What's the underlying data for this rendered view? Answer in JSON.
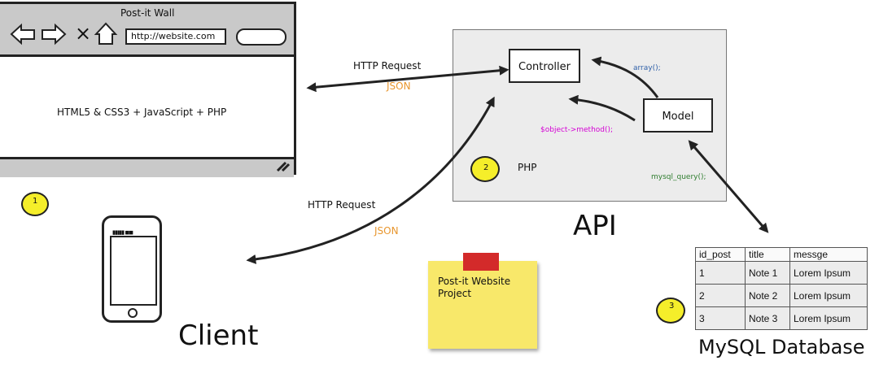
{
  "browser": {
    "title": "Post-it Wall",
    "close_glyph": "×",
    "url": "http://website.com",
    "content": "HTML5 & CSS3 + JavaScript + PHP"
  },
  "badges": {
    "one": "1",
    "two": "2",
    "three": "3"
  },
  "api": {
    "controller": "Controller",
    "model": "Model",
    "language": "PHP",
    "title": "API",
    "array_call": "array();",
    "method_call": "$object->method();",
    "query_call": "mysql_query();"
  },
  "web_link": {
    "request": "HTTP Request",
    "response": "JSON"
  },
  "mobile_link": {
    "request": "HTTP Request",
    "response": "JSON"
  },
  "phone": {
    "status_glyphs": "▮▮▮▮▮ ◼◼"
  },
  "client": {
    "title": "Client"
  },
  "note": {
    "text_line1": "Post-it Website",
    "text_line2": "Project"
  },
  "database": {
    "title": "MySQL Database",
    "columns": [
      "id_post",
      "title",
      "messge"
    ],
    "rows": [
      [
        "1",
        "Note 1",
        "Lorem Ipsum"
      ],
      [
        "2",
        "Note 2",
        "Lorem Ipsum"
      ],
      [
        "3",
        "Note 3",
        "Lorem Ipsum"
      ]
    ]
  },
  "colors": {
    "json": "#e8962e",
    "array": "#2e5fa8",
    "method": "#d400d4",
    "query": "#2e7d2e",
    "badge": "#f5ee2a",
    "note": "#f8e86a",
    "tape": "#d32a2a",
    "api_panel": "#ececec"
  }
}
